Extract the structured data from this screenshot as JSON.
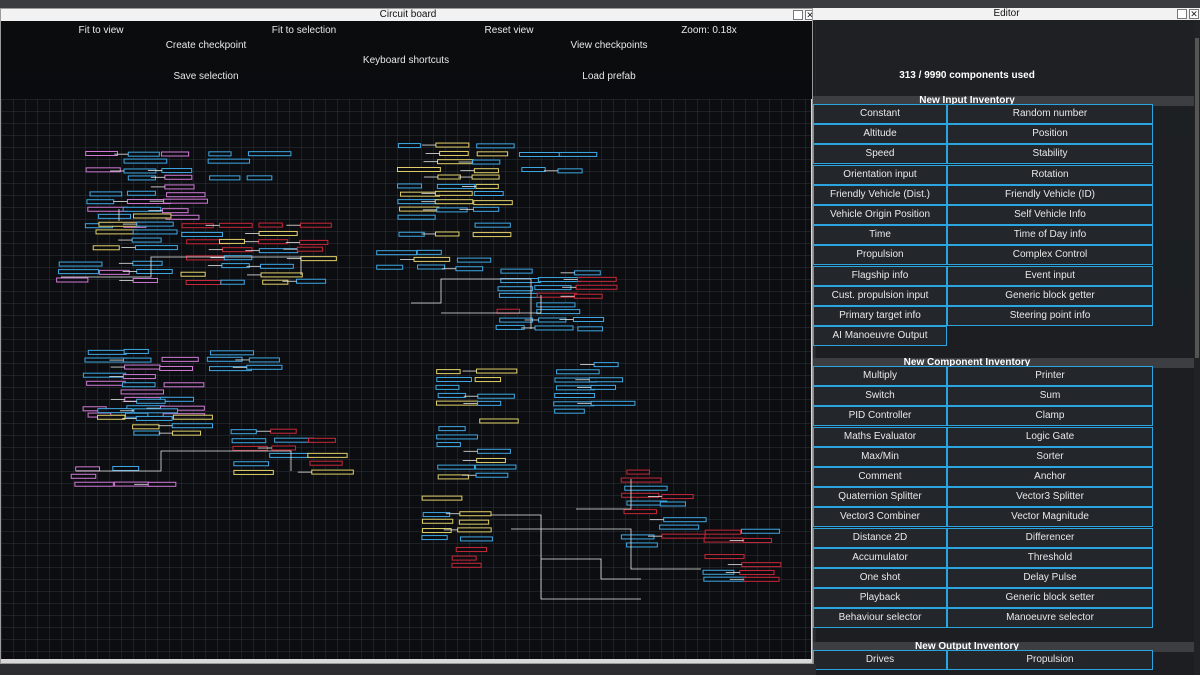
{
  "circuit_window": {
    "title": "Circuit board",
    "toolbar": {
      "fit_to_view": "Fit to view",
      "fit_to_selection": "Fit to selection",
      "reset_view": "Reset view",
      "zoom": "Zoom: 0.18x",
      "create_checkpoint": "Create checkpoint",
      "view_checkpoints": "View checkpoints",
      "keyboard_shortcuts": "Keyboard shortcuts",
      "save_selection": "Save selection",
      "load_prefab": "Load prefab"
    }
  },
  "editor_window": {
    "title": "Editor",
    "components_used": "313 / 9990 components used",
    "input_inventory": {
      "title": "New Input Inventory",
      "items": [
        [
          "Constant",
          "Random number"
        ],
        [
          "Altitude",
          "Position"
        ],
        [
          "Speed",
          "Stability"
        ],
        [
          "Orientation input",
          "Rotation"
        ],
        [
          "Friendly Vehicle (Dist.)",
          "Friendly Vehicle (ID)"
        ],
        [
          "Vehicle Origin Position",
          "Self Vehicle Info"
        ],
        [
          "Time",
          "Time of Day info"
        ],
        [
          "Propulsion",
          "Complex Control"
        ],
        [
          "Flagship info",
          "Event input"
        ],
        [
          "Cust. propulsion input",
          "Generic block getter"
        ],
        [
          "Primary target info",
          "Steering point info"
        ],
        [
          "AI Manoeuvre Output",
          ""
        ]
      ]
    },
    "component_inventory": {
      "title": "New Component Inventory",
      "items": [
        [
          "Multiply",
          "Printer"
        ],
        [
          "Switch",
          "Sum"
        ],
        [
          "PID Controller",
          "Clamp"
        ],
        [
          "Maths Evaluator",
          "Logic Gate"
        ],
        [
          "Max/Min",
          "Sorter"
        ],
        [
          "Comment",
          "Anchor"
        ],
        [
          "Quaternion Splitter",
          "Vector3 Splitter"
        ],
        [
          "Vector3 Combiner",
          "Vector Magnitude"
        ],
        [
          "Distance 2D",
          "Differencer"
        ],
        [
          "Accumulator",
          "Threshold"
        ],
        [
          "One shot",
          "Delay Pulse"
        ],
        [
          "Playback",
          "Generic block setter"
        ],
        [
          "Behaviour selector",
          "Manoeuvre selector"
        ]
      ]
    },
    "output_inventory": {
      "title": "New Output Inventory",
      "items": [
        [
          "Drives",
          "Propulsion"
        ]
      ]
    }
  },
  "colors": {
    "inventory_border": "#2aa5e0",
    "node_blue": "#3fa9e6",
    "node_pink": "#d27ad6",
    "node_yellow": "#e2d16a",
    "node_red": "#c8283a",
    "wire": "#e8e8e8"
  }
}
